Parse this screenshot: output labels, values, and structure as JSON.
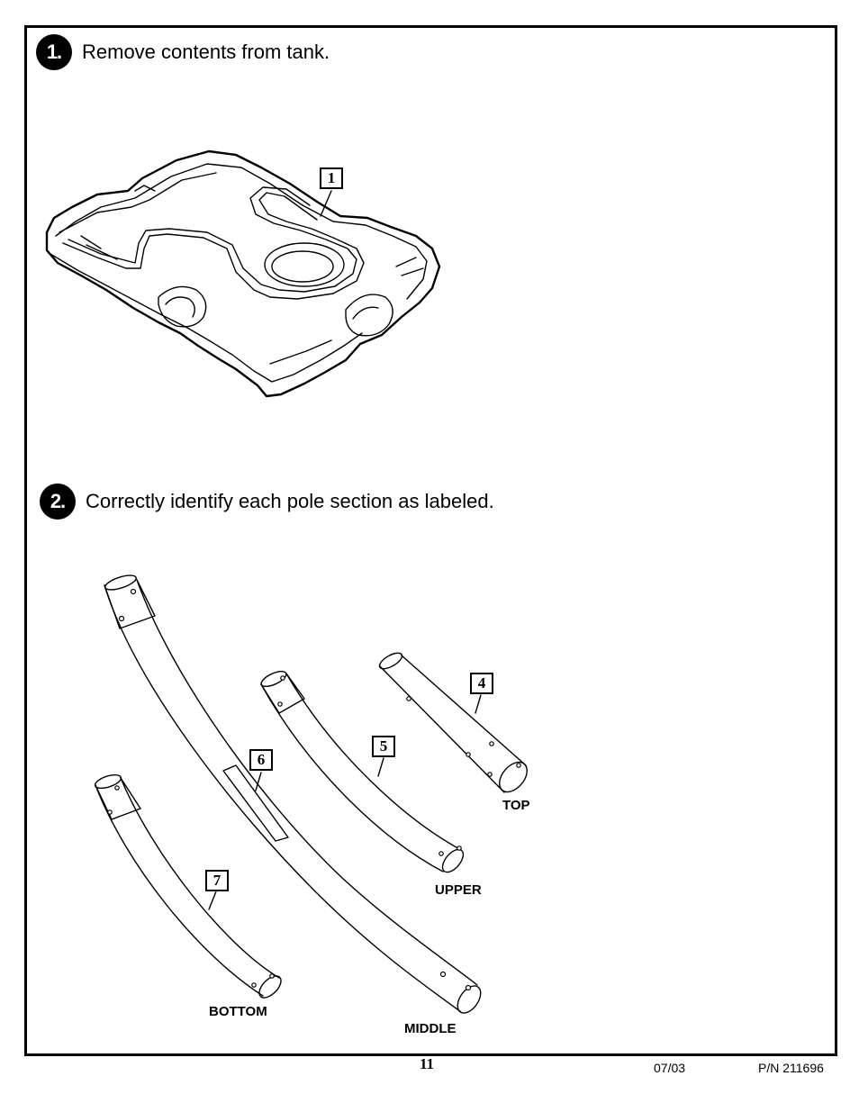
{
  "steps": [
    {
      "number": "1.",
      "text": "Remove contents from tank."
    },
    {
      "number": "2.",
      "text": "Correctly identify each pole section as labeled."
    }
  ],
  "callouts": {
    "tank": "1",
    "top": "4",
    "upper": "5",
    "middle": "6",
    "bottom": "7"
  },
  "pole_labels": {
    "top": "TOP",
    "upper": "UPPER",
    "middle": "MIDDLE",
    "bottom": "BOTTOM"
  },
  "footer": {
    "page_number": "11",
    "date": "07/03",
    "part_number": "P/N 211696"
  }
}
